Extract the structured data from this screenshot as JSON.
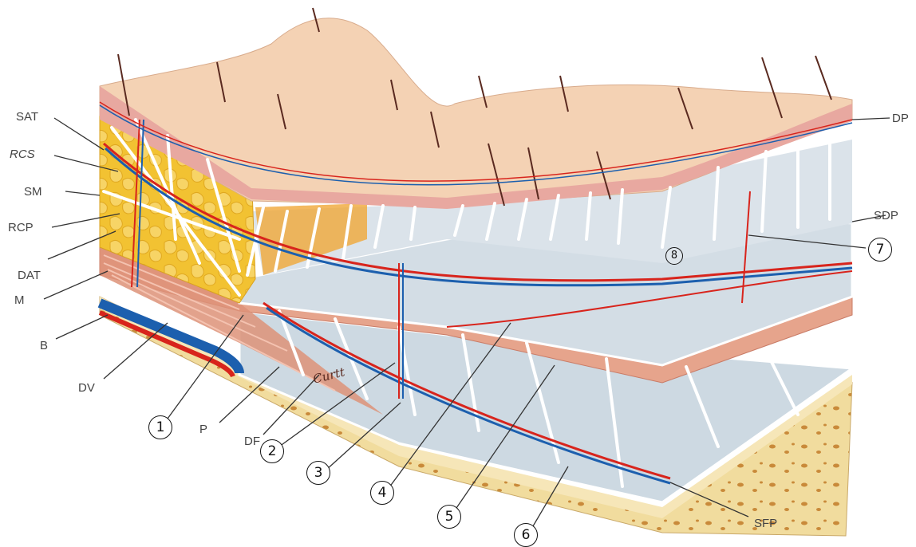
{
  "labels": {
    "sat": "SAT",
    "rcs": "RCS",
    "sm": "SM",
    "rcp": "RCP",
    "dat": "DAT",
    "m": "M",
    "b": "B",
    "dv": "DV",
    "p": "P",
    "df": "DF",
    "dp": "DP",
    "sdp": "SDP",
    "sfp": "SFP"
  },
  "callouts": [
    "1",
    "2",
    "3",
    "4",
    "5",
    "6",
    "7",
    "8"
  ],
  "signature": "Curtt",
  "colors": {
    "skin": "#f4d2b4",
    "dermis": "#e8a8a0",
    "fat": "#f2c232",
    "fascia": "#cdd9e2",
    "muscle": "#e6a48c",
    "bone": "#f1dc9e",
    "artery": "#d8241c",
    "vein": "#1c5fae"
  }
}
